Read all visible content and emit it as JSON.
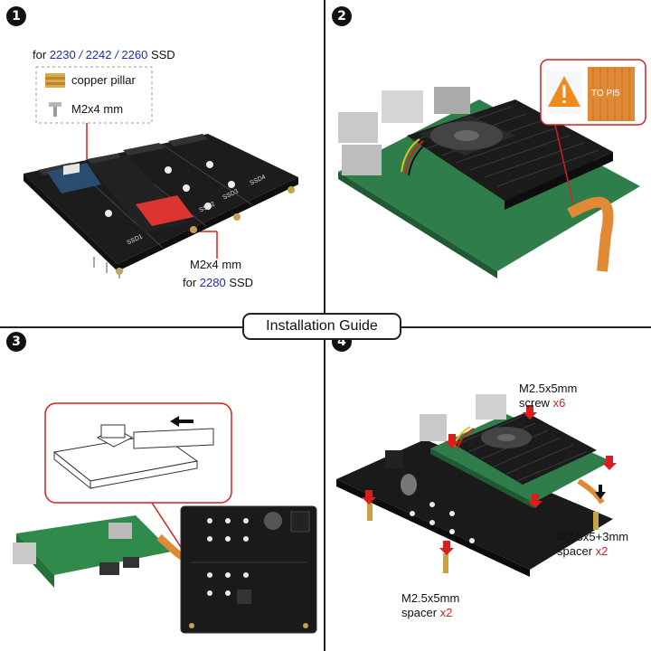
{
  "guide_title": "Installation Guide",
  "steps": [
    "1",
    "2",
    "3",
    "4"
  ],
  "panel1": {
    "for_label": "for",
    "sizes": [
      "2230",
      "2242",
      "2260"
    ],
    "sep": "/",
    "ssd_label": "SSD",
    "pillar_label": "copper pillar",
    "screw_label": "M2x4 mm",
    "bottom_screw": "M2x4 mm",
    "bottom_for": "for",
    "bottom_size": "2280",
    "bottom_ssd": "SSD",
    "board_labels": [
      "SSD1",
      "SSD2",
      "SSD3",
      "SSD4"
    ]
  },
  "panel2": {
    "cable_label": "TO PI5"
  },
  "panel4": {
    "screw_spec": "M2.5x5mm",
    "screw_word": "screw",
    "screw_count": "x6",
    "spacer_top_spec": "M2.5x5+3mm",
    "spacer_top_word": "spacer",
    "spacer_top_count": "x2",
    "spacer_bottom_spec": "M2.5x5mm",
    "spacer_bottom_word": "spacer",
    "spacer_bottom_count": "x2"
  },
  "colors": {
    "accent_blue": "#1d2fa8",
    "accent_red": "#d81e1e",
    "pcb_black": "#1a1a1a",
    "pcb_green": "#2f7d4a",
    "ribbon": "#e08a35"
  },
  "icons": [
    "warning-icon",
    "arrow-left-icon",
    "arrow-down-icon",
    "arrow-up-icon"
  ]
}
